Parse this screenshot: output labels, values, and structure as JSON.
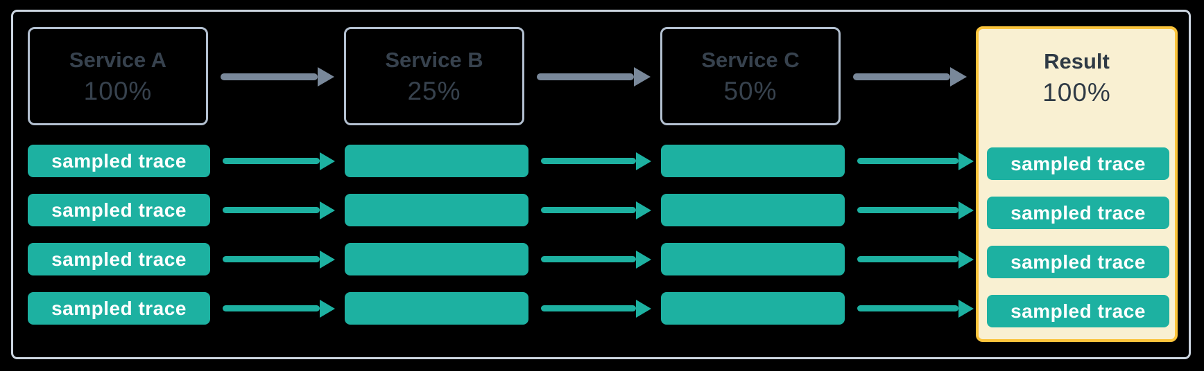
{
  "services": [
    {
      "title": "Service A",
      "percentage": "100%"
    },
    {
      "title": "Service B",
      "percentage": "25%"
    },
    {
      "title": "Service C",
      "percentage": "50%"
    }
  ],
  "source_traces": [
    "sampled trace",
    "sampled trace",
    "sampled trace",
    "sampled trace"
  ],
  "result": {
    "title": "Result",
    "percentage": "100%",
    "traces": [
      "sampled trace",
      "sampled trace",
      "sampled trace",
      "sampled trace"
    ]
  },
  "colors": {
    "teal": "#1db1a1",
    "arrow_gray": "#79889a",
    "service_border": "#b3c0d0",
    "frame_border": "#ccd5e0",
    "text_dark": "#37424e",
    "result_background": "#f9f0d2",
    "result_border": "#fbc43c",
    "trace_text": "#ffffff",
    "background": "#000000"
  }
}
